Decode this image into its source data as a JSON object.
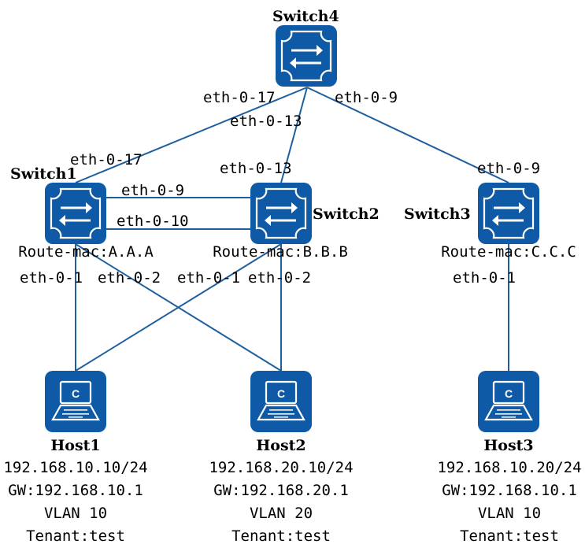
{
  "switches": [
    {
      "id": "switch4",
      "name": "Switch4"
    },
    {
      "id": "switch1",
      "name": "Switch1",
      "route_mac": "Route-mac:A.A.A"
    },
    {
      "id": "switch2",
      "name": "Switch2",
      "route_mac": "Route-mac:B.B.B"
    },
    {
      "id": "switch3",
      "name": "Switch3",
      "route_mac": "Route-mac:C.C.C"
    }
  ],
  "hosts": [
    {
      "id": "host1",
      "name": "Host1",
      "ip": "192.168.10.10/24",
      "gw": "GW:192.168.10.1",
      "vlan": "VLAN 10",
      "tenant": "Tenant:test"
    },
    {
      "id": "host2",
      "name": "Host2",
      "ip": "192.168.20.10/24",
      "gw": "GW:192.168.20.1",
      "vlan": "VLAN 20",
      "tenant": "Tenant:test"
    },
    {
      "id": "host3",
      "name": "Host3",
      "ip": "192.168.10.20/24",
      "gw": "GW:192.168.10.1",
      "vlan": "VLAN 10",
      "tenant": "Tenant:test"
    }
  ],
  "ports": {
    "sw4_to_sw1": "eth-0-17",
    "sw4_to_sw2": "eth-0-13",
    "sw4_to_sw3": "eth-0-9",
    "sw1_to_sw4": "eth-0-17",
    "sw2_to_sw4": "eth-0-13",
    "sw3_to_sw4": "eth-0-9",
    "sw1_sw2_a": "eth-0-9",
    "sw1_sw2_b": "eth-0-10",
    "sw1_p1": "eth-0-1",
    "sw1_p2": "eth-0-2",
    "sw2_p1": "eth-0-1",
    "sw2_p2": "eth-0-2",
    "sw3_p1": "eth-0-1"
  },
  "colors": {
    "device_fill": "#0e5aa7",
    "link": "#1f5f9e",
    "icon": "#ffffff"
  },
  "icons": {
    "switch": "switch-icon",
    "host": "laptop-icon"
  }
}
